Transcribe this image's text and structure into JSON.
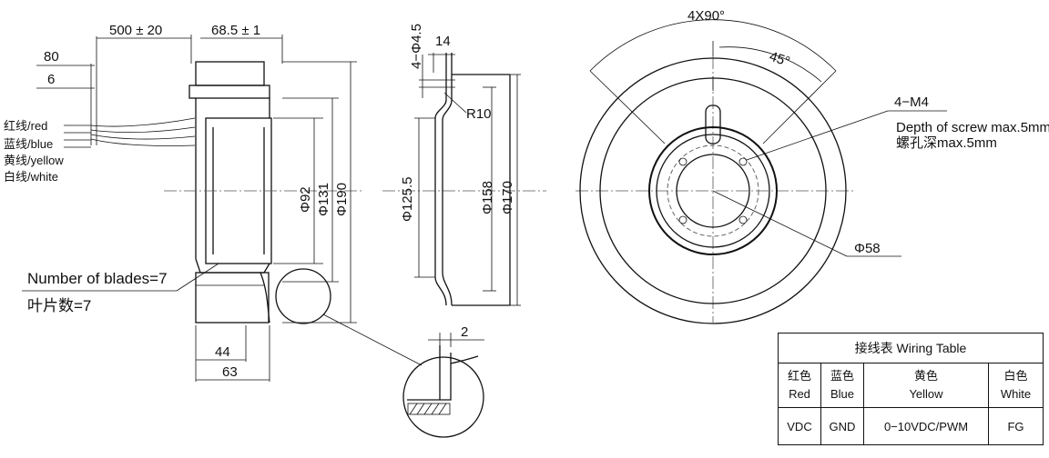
{
  "side_view": {
    "dim_cable_length": "500 ± 20",
    "dim_cable_width": "68.5 ± 1",
    "dim_80": "80",
    "dim_6": "6",
    "wire_labels": [
      "红线/red",
      "蓝线/blue",
      "黄线/yellow",
      "白线/white"
    ],
    "dim_phi92": "Φ92",
    "dim_phi131": "Φ131",
    "dim_phi190": "Φ190",
    "blades_en": "Number of blades=7",
    "blades_cn": "叶片数=7",
    "dim_44": "44",
    "dim_63": "63",
    "dim_2": "2"
  },
  "section_view": {
    "dim_holes": "4−Φ4.5",
    "dim_14": "14",
    "dim_r10": "R10",
    "dim_phi125": "Φ125.5",
    "dim_phi158": "Φ158",
    "dim_phi170": "Φ170"
  },
  "front_view": {
    "dim_4x90": "4X90°",
    "dim_45": "45°",
    "dim_m4": "4−M4",
    "screw_depth_en": "Depth of screw max.5mm",
    "screw_depth_cn": "螺孔深max.5mm",
    "dim_phi58": "Φ58"
  },
  "wiring_table": {
    "title": "接线表 Wiring Table",
    "headers": [
      {
        "cn": "红色",
        "en": "Red"
      },
      {
        "cn": "蓝色",
        "en": "Blue"
      },
      {
        "cn": "黄色",
        "en": "Yellow"
      },
      {
        "cn": "白色",
        "en": "White"
      }
    ],
    "values": [
      "VDC",
      "GND",
      "0−10VDC/PWM",
      "FG"
    ]
  }
}
